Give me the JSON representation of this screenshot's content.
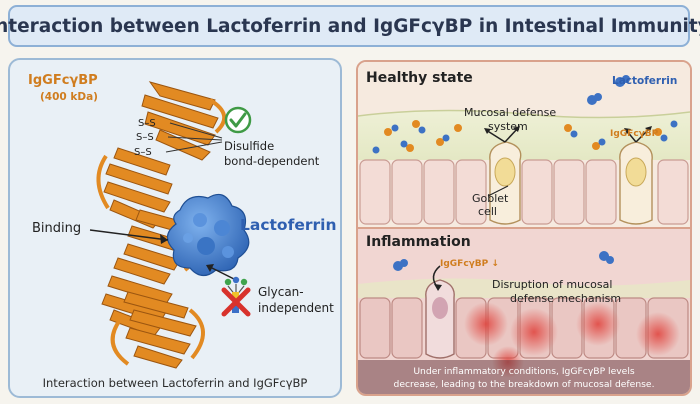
{
  "title": "Interaction between Lactoferrin and IgGFcγBP in Intestinal Immunity",
  "left": {
    "protein_name": "IgGFcγBP",
    "protein_size": "(400 kDa)",
    "disulfide": "S–S",
    "disulfide_label_1": "Disulfide",
    "disulfide_label_2": "bond-dependent",
    "binding_label": "Binding",
    "lactoferrin_label": "Lactoferrin",
    "glycan_label_1": "Glycan-",
    "glycan_label_2": "independent",
    "caption": "Interaction between Lactoferrin and IgGFcγBP"
  },
  "healthy": {
    "title": "Healthy state",
    "lactoferrin_label": "Lactoferrin",
    "mucosal_label_1": "Mucosal defense",
    "mucosal_label_2": "system",
    "igg_label": "IgGFcγBP",
    "goblet_label_1": "Goblet",
    "goblet_label_2": "cell"
  },
  "inflammation": {
    "title": "Inflammation",
    "igg_label": "IgGFcγBP ↓",
    "disruption_label_1": "Disruption of mucosal",
    "disruption_label_2": "defense mechanism",
    "caption_1": "Under inflammatory conditions, IgGFcγBP levels",
    "caption_2": "decrease, leading to the breakdown of mucosal defense."
  },
  "colors": {
    "protein": "#e28a22",
    "lactoferrin": "#3d72c4",
    "title_bg": "#dfeaf6",
    "healthy_bg": "#f6eadf",
    "inflamed_bg": "#f1d4d2"
  }
}
